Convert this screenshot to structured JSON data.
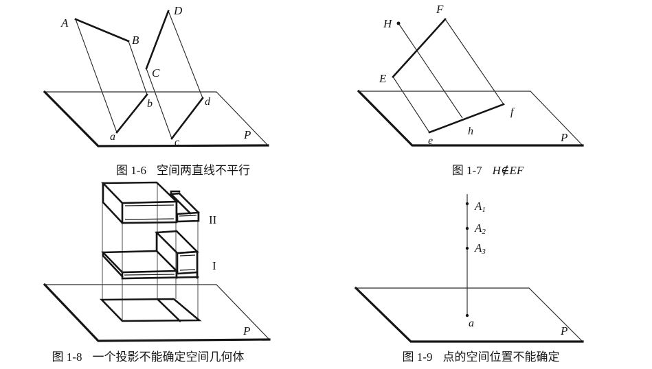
{
  "page": {
    "background": "#ffffff",
    "ink": "#161616",
    "construction_line_color": "#4a4a4a"
  },
  "figures": [
    {
      "caption_prefix": "图 1-6",
      "caption_title": "空间两直线不平行",
      "labels": {
        "A": "A",
        "B": "B",
        "C": "C",
        "D": "D",
        "a": "a",
        "b": "b",
        "c": "c",
        "d": "d",
        "P": "P"
      }
    },
    {
      "caption_prefix": "图 1-7",
      "caption_title": "H∉EF",
      "labels": {
        "F": "F",
        "H": "H",
        "E": "E",
        "f": "f",
        "h": "h",
        "e": "e",
        "P": "P"
      }
    },
    {
      "caption_prefix": "图 1-8",
      "caption_title": "一个投影不能确定空间几何体",
      "labels": {
        "solid_upper": "II",
        "solid_lower": "I",
        "P": "P"
      }
    },
    {
      "caption_prefix": "图 1-9",
      "caption_title": "点的空间位置不能确定",
      "labels": {
        "A1": {
          "main": "A",
          "sub": "1"
        },
        "A2": {
          "main": "A",
          "sub": "2"
        },
        "A3": {
          "main": "A",
          "sub": "3"
        },
        "a": "a",
        "P": "P"
      }
    }
  ]
}
